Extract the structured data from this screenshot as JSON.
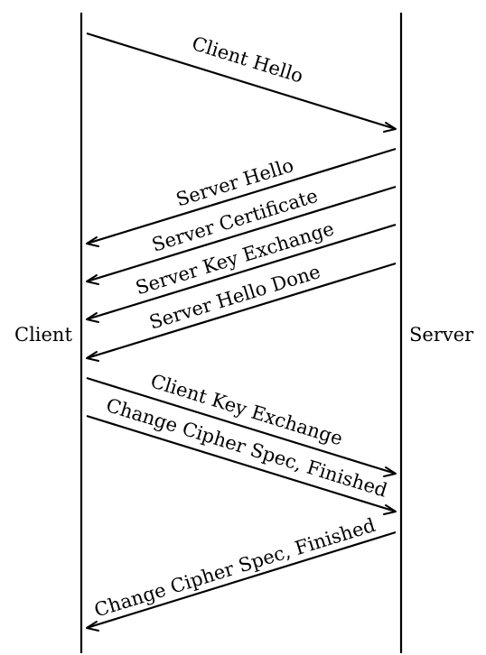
{
  "participants": {
    "client": "Client",
    "server": "Server"
  },
  "messages": [
    {
      "label": "Client Hello",
      "direction": "client-to-server"
    },
    {
      "label": "Server Hello",
      "direction": "server-to-client"
    },
    {
      "label": "Server Certificate",
      "direction": "server-to-client"
    },
    {
      "label": "Server Key Exchange",
      "direction": "server-to-client"
    },
    {
      "label": "Server Hello Done",
      "direction": "server-to-client"
    },
    {
      "label": "Client Key Exchange",
      "direction": "client-to-server"
    },
    {
      "label": "Change Cipher Spec, Finished",
      "direction": "client-to-server"
    },
    {
      "label": "Change Cipher Spec, Finished",
      "direction": "server-to-client"
    }
  ]
}
